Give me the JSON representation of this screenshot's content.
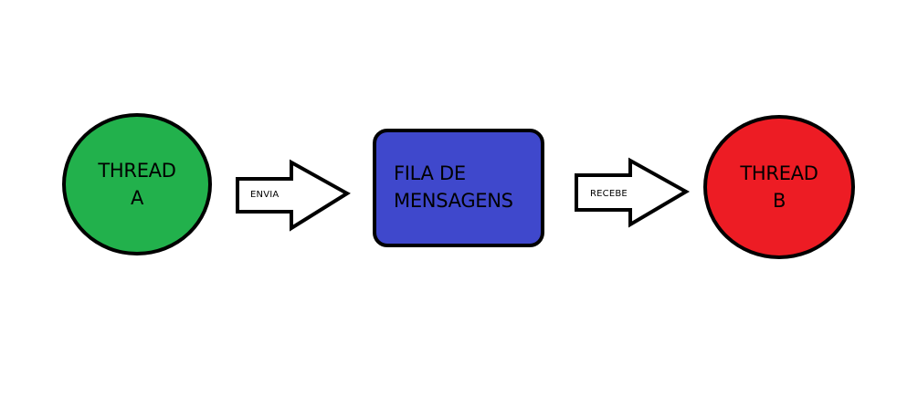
{
  "nodes": {
    "thread_a": {
      "line1": "THREAD",
      "line2": "A",
      "fill": "#22b14c"
    },
    "queue": {
      "line1": "FILA DE",
      "line2": "MENSAGENS",
      "fill": "#3f48cc"
    },
    "thread_b": {
      "line1": "THREAD",
      "line2": "B",
      "fill": "#ed1c24"
    }
  },
  "edges": [
    {
      "from": "thread_a",
      "to": "queue",
      "label": "ENVIA"
    },
    {
      "from": "queue",
      "to": "thread_b",
      "label": "RECEBE"
    }
  ]
}
